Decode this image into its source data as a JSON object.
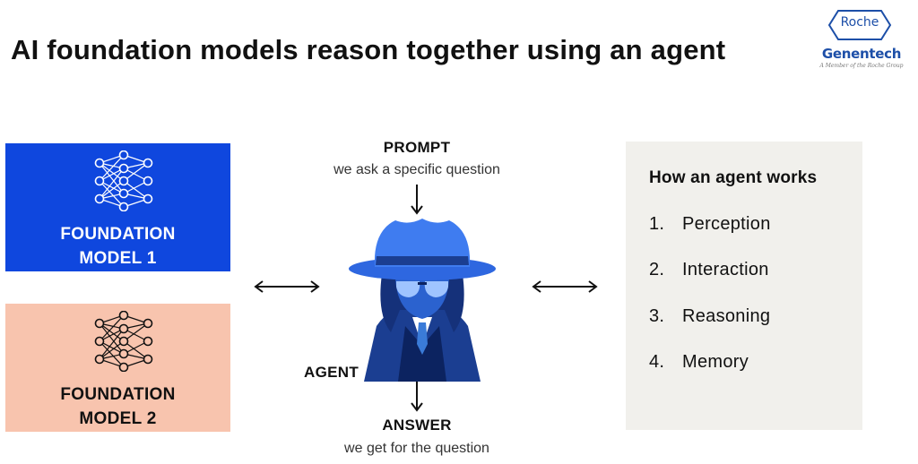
{
  "slide": {
    "title": "AI foundation models reason together using an agent"
  },
  "logo": {
    "brand": "Roche",
    "company": "Genentech",
    "tagline": "A Member of the Roche Group"
  },
  "foundation_models": [
    {
      "label": "FOUNDATION\nMODEL 1",
      "color": "#0f47de"
    },
    {
      "label": "FOUNDATION\nMODEL 2",
      "color": "#f8c4ae"
    }
  ],
  "prompt": {
    "title": "PROMPT",
    "subtitle": "we ask a specific question"
  },
  "agent": {
    "label": "AGENT"
  },
  "answer": {
    "title": "ANSWER",
    "subtitle": "we get for the question"
  },
  "how_agent_works": {
    "title": "How an agent works",
    "items": [
      {
        "num": "1.",
        "label": "Perception"
      },
      {
        "num": "2.",
        "label": "Interaction"
      },
      {
        "num": "3.",
        "label": "Reasoning"
      },
      {
        "num": "4.",
        "label": "Memory"
      }
    ]
  },
  "icons": [
    "neural-network-icon",
    "detective-agent-icon",
    "double-arrow-icon",
    "down-arrow-icon"
  ]
}
